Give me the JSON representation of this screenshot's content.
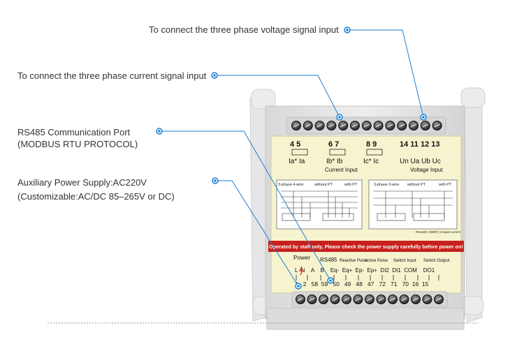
{
  "callouts": {
    "voltage": "To connect the three phase voltage signal input",
    "current": "To connect the three phase current signal input",
    "rs485_line1": "RS485 Communication Port",
    "rs485_line2": "(MODBUS RTU PROTOCOL)",
    "aux_line1": "Auxiliary Power Supply:AC220V",
    "aux_line2": "(Customizable:AC/DC 85–265V or DC)"
  },
  "device": {
    "top_labels": {
      "g1_nums": "4  5",
      "g1_sub": "Ia*  Ia",
      "g2_nums": "6  7",
      "g2_sub": "Ib*  Ib",
      "g3_nums": "8  9",
      "g3_sub": "Ic*  Ic",
      "current_input": "Current Input",
      "volt_nums": "14  11  12  13",
      "volt_sub": "Un  Ua  Ub  Uc",
      "voltage_input": "Voltage Input"
    },
    "diagram": {
      "left_title": "3-phase 4-wire",
      "left_no_pt": "without PT",
      "left_with_pt": "with PT",
      "right_title": "3-phase 3-wire",
      "right_no_pt": "without PT",
      "right_with_pt": "with PT",
      "remark": "Remark: I(With*) is input current"
    },
    "warning": "Operated by staff only, Please check the power supply carefully before power on!",
    "bottom": {
      "power": "Power",
      "rs485": "RS485",
      "reactive": "Reactive Pulse",
      "active": "Active Pulse",
      "switch_in": "Switch Input",
      "switch_out": "Switch Output",
      "terms_row": "L  N    A    B    Eq-  Eq+  Ep-  Ep+  DI2  DI1  COM    DO1",
      "nums_row": "1   2   58  59   50   49   48   47   72   71   70  16  15"
    }
  },
  "colors": {
    "accent": "#1a7fd4",
    "warning_bg": "#c8201c",
    "label_bg": "#f6f3cf"
  }
}
